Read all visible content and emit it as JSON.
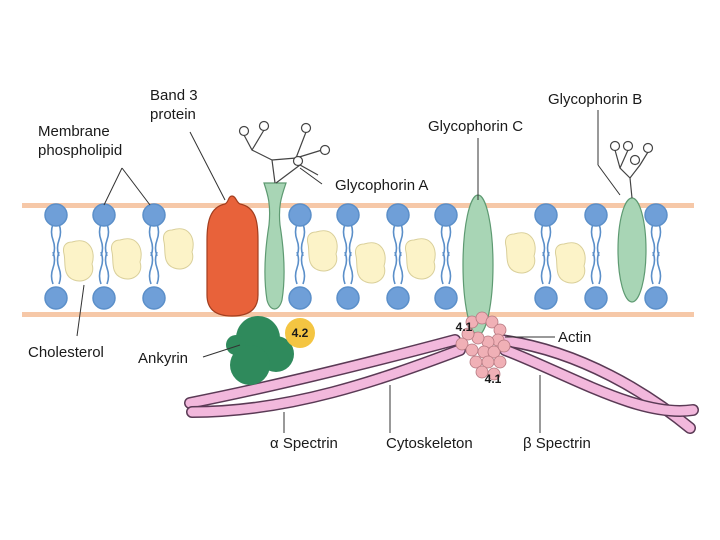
{
  "labels": {
    "band3": [
      "Band 3",
      "protein"
    ],
    "membrane_phospholipid": [
      "Membrane",
      "phospholipid"
    ],
    "glycophorin_a": "Glycophorin A",
    "glycophorin_b": "Glycophorin B",
    "glycophorin_c": "Glycophorin C",
    "cholesterol": "Cholesterol",
    "ankyrin": "Ankyrin",
    "actin": "Actin",
    "alpha_spectrin": "α Spectrin",
    "cytoskeleton": "Cytoskeleton",
    "beta_spectrin": "β Spectrin",
    "protein_4_2": "4.2",
    "protein_4_1_top": "4.1",
    "protein_4_1_bottom": "4.1"
  },
  "colors": {
    "membrane_band": "#f6c8a8",
    "phospholipid_head": "#5b8fc9",
    "phospholipid_head_fill": "#6f9fd8",
    "cholesterol": "#fcf3c8",
    "band3": "#e8623a",
    "glycophorin": "#a8d5b5",
    "ankyrin": "#2f8a5c",
    "protein_4_2": "#f4c542",
    "actin": "#f0b0b6",
    "spectrin": "#f2b8dc"
  }
}
